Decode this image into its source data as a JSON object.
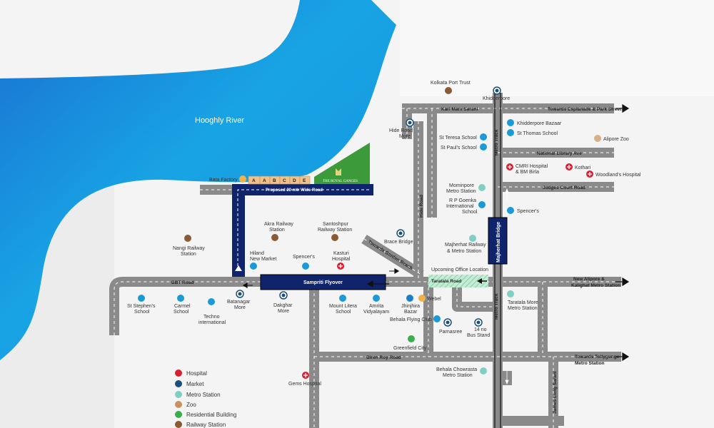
{
  "river": {
    "label": "Hooghly River"
  },
  "flyover": {
    "label": "Sampriti Flyover"
  },
  "bridge": {
    "label": "Majherhat Bridge"
  },
  "proposed_road": {
    "label": "Proposed 20 mtr Wide Road"
  },
  "roads": {
    "karl_marx": "Karl Marx Sarani",
    "esplanade": "Towards Esplanade & Park Street",
    "national_library": "National Library Ave",
    "judges_court": "Judges Court Road",
    "bbt": "BBT Road",
    "hide": "Hide Road",
    "garden_reach": "Towards Garden Reach",
    "taratala": "Taratala Road",
    "metro_track_upper": "Metro Track",
    "metro_track_lower": "Metro Track",
    "new_alipore_1": "New Alipore &",
    "new_alipore_2": "Kalighat Metro Station",
    "biren_roy": "Biren Roy Road",
    "tollygunge_1": "Towards Tollygunge",
    "tollygunge_2": "Metro Station",
    "james_long": "James Long Sarani"
  },
  "project": {
    "plots": [
      "A",
      "A",
      "B",
      "C",
      "D",
      "E"
    ],
    "name": "THE ROYAL GANGES"
  },
  "places": {
    "bata_factory": "Bata Factory",
    "kolkata_port_trust": "Kolkata Port Trust",
    "khidderpore": "Khidderpore",
    "hide_road_more_1": "Hide Road",
    "hide_road_more_2": "More",
    "st_teresa": "St Teresa School",
    "st_pauls": "St Paul's School",
    "khidderpore_bazaar": "Khidderpore Bazaar",
    "st_thomas": "St Thomas School",
    "alipore_zoo": "Alipore Zoo",
    "cmri_1": "CMRI Hospital",
    "cmri_2": "& BM Birla",
    "kothari": "Kothari",
    "woodlands": "Woodland's Hospital",
    "mominpore_1": "Mominpore",
    "mominpore_2": "Metro Station",
    "rpgoenka_1": "R P Goenka",
    "rpgoenka_2": "International",
    "rpgoenka_3": "School",
    "spencers_east": "Spencer's",
    "majherhat_1": "Majherhat Railway",
    "majherhat_2": "& Metro Station",
    "upcoming_office": "Upcoming Office Location",
    "akra_1": "Akra Railway",
    "akra_2": "Station",
    "santoshpur_1": "Santoshpur",
    "santoshpur_2": "Railway Station",
    "brace_bridge": "Brace Bridge",
    "nangi_1": "Nangi Railway",
    "nangi_2": "Station",
    "hiland_1": "Hiland",
    "hiland_2": "New Market",
    "spencers_west": "Spencer's",
    "kasturi_1": "Kasturi",
    "kasturi_2": "Hospital",
    "st_stephens_1": "St Stephen's",
    "st_stephens_2": "School",
    "carmel_1": "Carmel",
    "carmel_2": "School",
    "techno_1": "Techno",
    "techno_2": "international",
    "batanagar_1": "Batanagar",
    "batanagar_2": "More",
    "dakghar_1": "Dakghar",
    "dakghar_2": "More",
    "mount_litera_1": "Mount Litera",
    "mount_litera_2": "School",
    "amrita_1": "Amrita",
    "amrita_2": "Vidyalayam",
    "jhinjhira_1": "Jhinjhira",
    "jhinjhira_2": "Bazar",
    "webel": "Webel",
    "behala_flying": "Behala Flying Club",
    "parnasree": "Parnasree",
    "bus_stand_1": "14 no",
    "bus_stand_2": "Bus Stand",
    "taratala_more_1": "Taratala More",
    "taratala_more_2": "Metro Station",
    "greenfield": "Greenfield City",
    "behala_chowrasta_1": "Behala Chowrasta",
    "behala_chowrasta_2": "Metro Station",
    "gems": "Gems Hospital"
  },
  "legend": [
    {
      "label": "Hospital",
      "color": "#d6202f"
    },
    {
      "label": "Market",
      "color": "#1d4f7c"
    },
    {
      "label": "Metro Station",
      "color": "#7fcfc4"
    },
    {
      "label": "Zoo",
      "color": "#c9935e"
    },
    {
      "label": "Residential Building",
      "color": "#3aae4a"
    },
    {
      "label": "Railway Station",
      "color": "#8a5a35"
    }
  ],
  "colors": {
    "road": "#8a8a8a",
    "flyover": "#10246b",
    "river": "#1691d9",
    "project_green": "#3d9a3a",
    "office_highlight": "#c5ecd6"
  }
}
